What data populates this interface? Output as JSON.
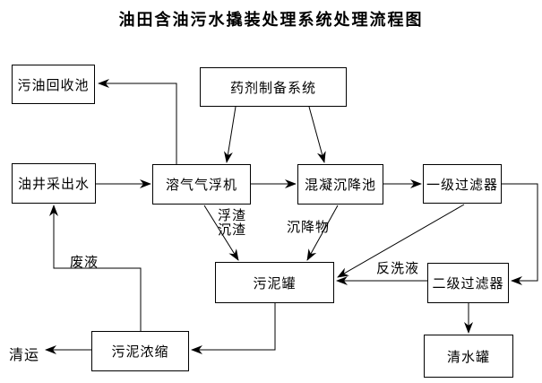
{
  "title": "油田含油污水撬装处理系统处理流程图",
  "nodes": {
    "oil_recovery_pool": {
      "label": "污油回收池"
    },
    "chemical_prep_system": {
      "label": "药剂制备系统"
    },
    "well_produced_water": {
      "label": "油井采出水"
    },
    "daf_machine": {
      "label": "溶气气浮机"
    },
    "coagulation_tank": {
      "label": "混凝沉降池"
    },
    "primary_filter": {
      "label": "一级过滤器"
    },
    "sludge_tank": {
      "label": "污泥罐"
    },
    "secondary_filter": {
      "label": "二级过滤器"
    },
    "clean_water_tank": {
      "label": "清水罐"
    },
    "sludge_thickener": {
      "label": "污泥浓缩"
    },
    "removal": {
      "label": "清运"
    }
  },
  "edge_labels": {
    "floating_scum_line1": "浮渣",
    "floating_scum_line2": "沉渣",
    "sediment": "沉降物",
    "backwash_liquid": "反洗液",
    "waste_liquid": "废液"
  },
  "colors": {
    "line": "#000000",
    "background": "#ffffff"
  }
}
